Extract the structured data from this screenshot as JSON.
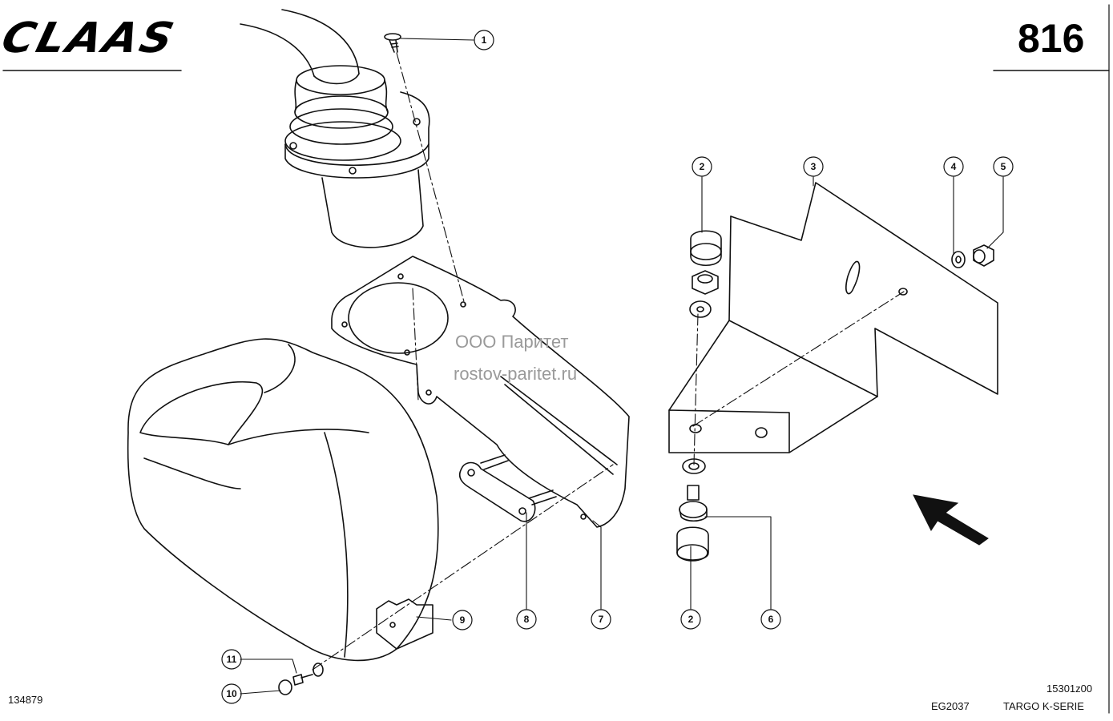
{
  "header": {
    "brand": "CLAAS",
    "page_number": "816"
  },
  "watermark": {
    "line1": "ООО Паритет",
    "line2": "rostov-paritet.ru"
  },
  "footer": {
    "left_code": "134879",
    "doc_code": "EG2037",
    "ref_code": "15301z00",
    "series": "TARGO K-SERIE"
  },
  "callouts": [
    {
      "id": "c1",
      "label": "1"
    },
    {
      "id": "c2a",
      "label": "2"
    },
    {
      "id": "c3",
      "label": "3"
    },
    {
      "id": "c4",
      "label": "4"
    },
    {
      "id": "c5",
      "label": "5"
    },
    {
      "id": "c2b",
      "label": "2"
    },
    {
      "id": "c6",
      "label": "6"
    },
    {
      "id": "c7",
      "label": "7"
    },
    {
      "id": "c8",
      "label": "8"
    },
    {
      "id": "c9",
      "label": "9"
    },
    {
      "id": "c11",
      "label": "11"
    },
    {
      "id": "c10",
      "label": "10"
    }
  ],
  "colors": {
    "line": "#111111",
    "watermark": "#9a9a9a",
    "background": "#ffffff"
  }
}
